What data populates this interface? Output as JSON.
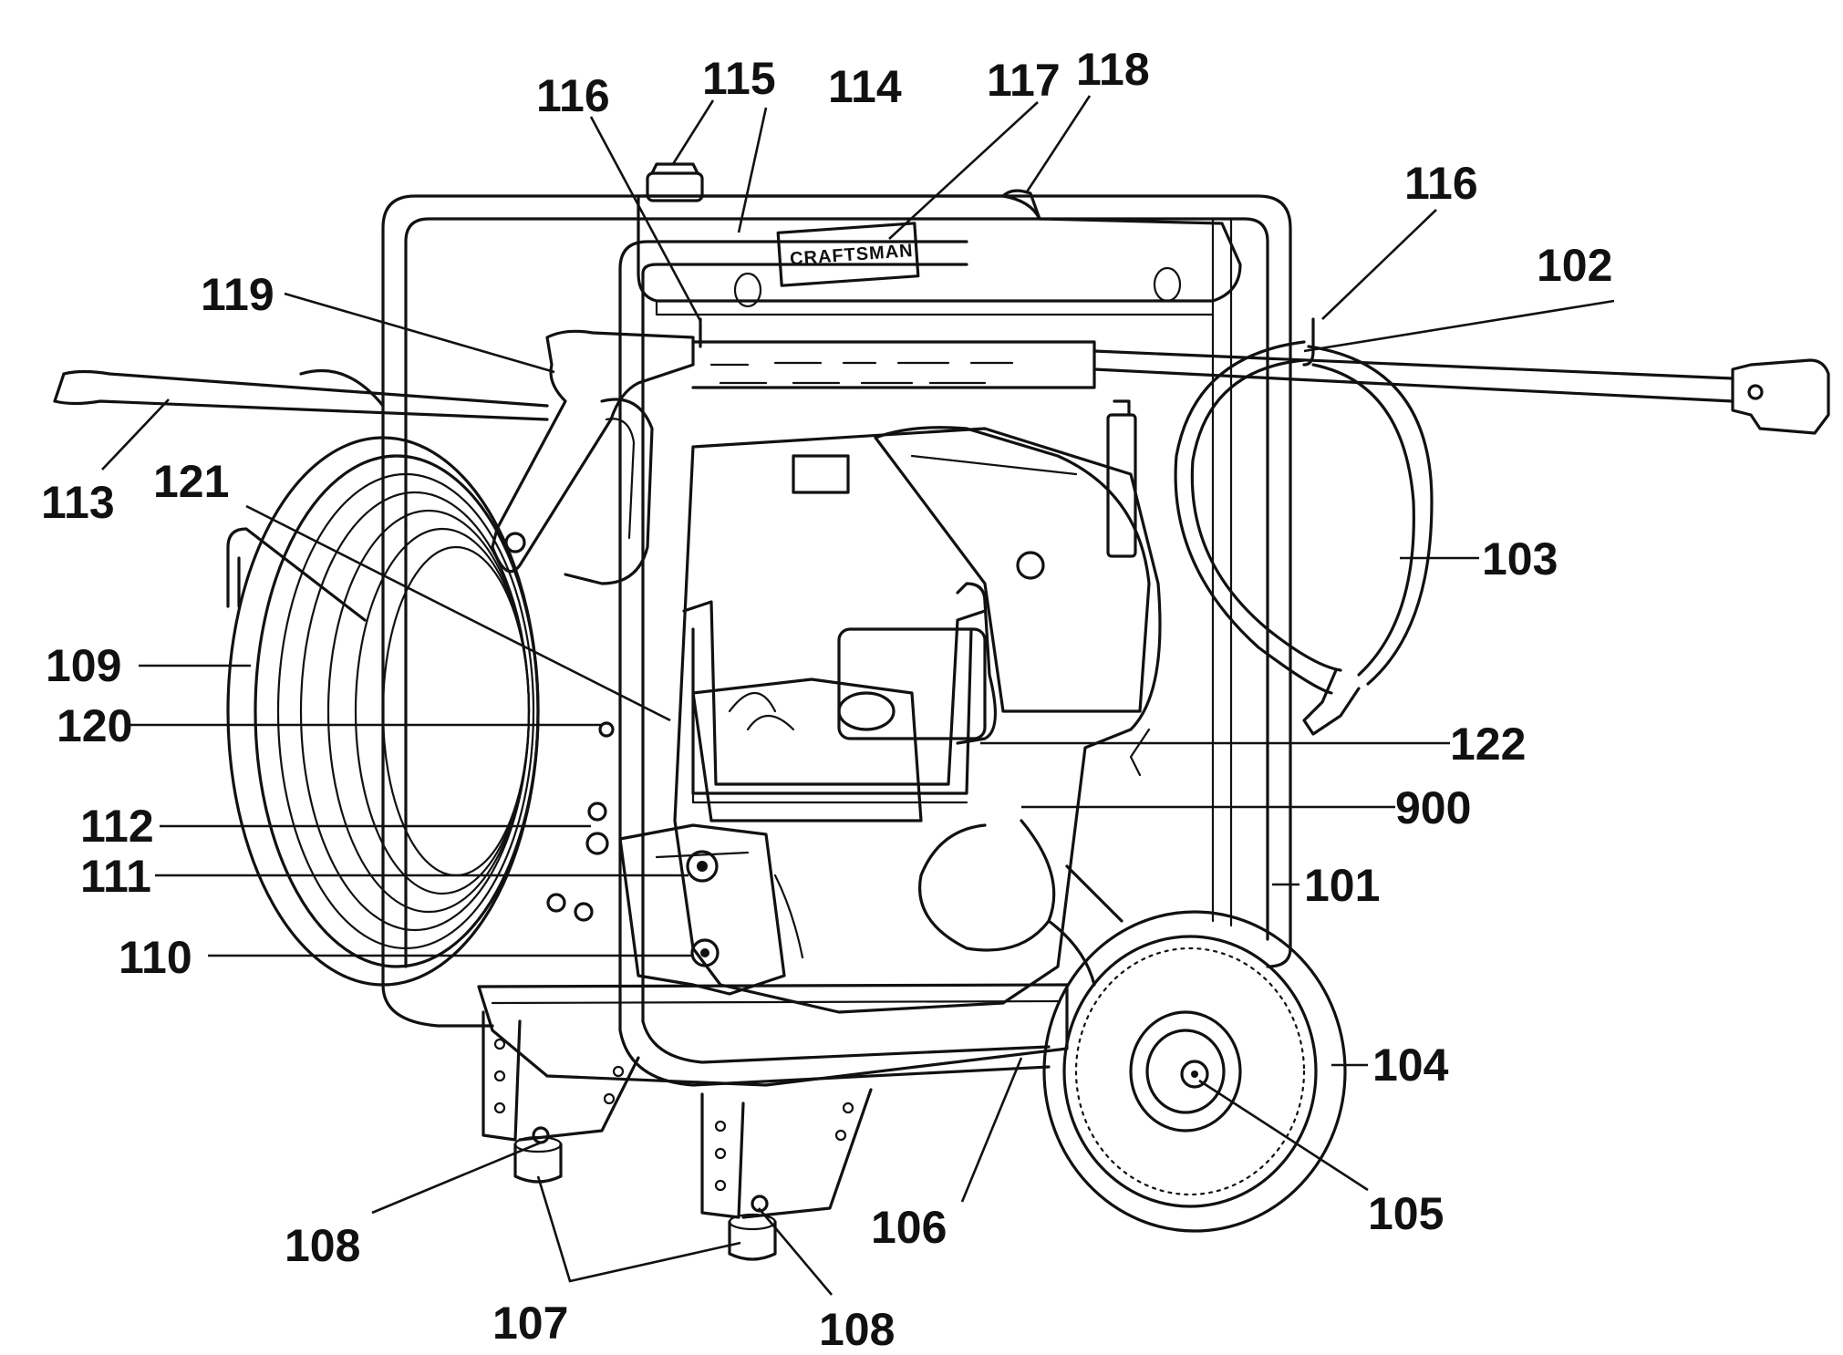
{
  "brand_label": "CRAFTSMAN",
  "callouts": {
    "c101": "101",
    "c102": "102",
    "c103": "103",
    "c104": "104",
    "c105": "105",
    "c106": "106",
    "c107": "107",
    "c108_left": "108",
    "c108_right": "108",
    "c109": "109",
    "c110": "110",
    "c111": "111",
    "c112": "112",
    "c113": "113",
    "c114": "114",
    "c115": "115",
    "c116_left": "116",
    "c116_right": "116",
    "c117": "117",
    "c118": "118",
    "c119": "119",
    "c120": "120",
    "c121": "121",
    "c122": "122",
    "c900": "900"
  }
}
